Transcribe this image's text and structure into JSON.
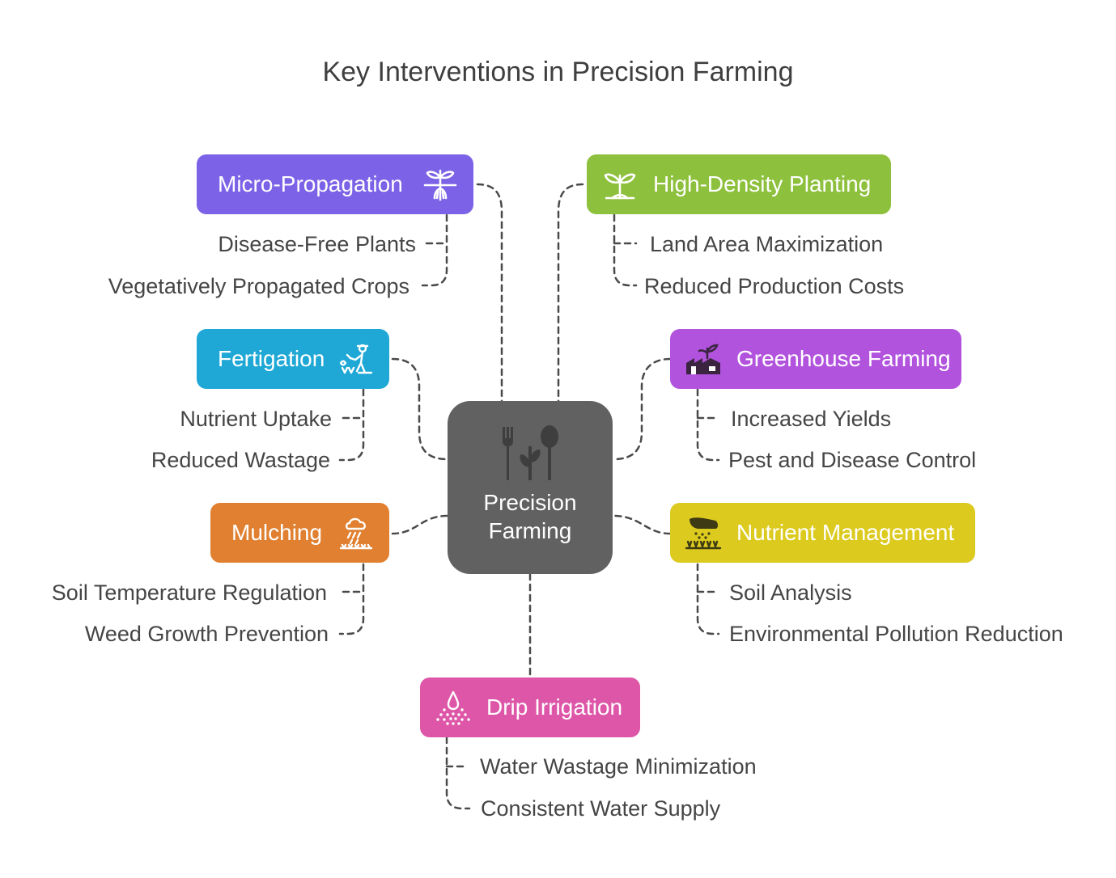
{
  "title": "Key Interventions in Precision Farming",
  "center": {
    "label_line1": "Precision",
    "label_line2": "Farming",
    "icon": "fork-plant-spoon-icon",
    "color": "#616161"
  },
  "nodes": {
    "micro": {
      "label": "Micro-Propagation",
      "color": "#7B62E6",
      "icon": "plant-roots-icon",
      "items": [
        "Disease-Free Plants",
        "Vegetatively Propagated Crops"
      ]
    },
    "hdp": {
      "label": "High-Density Planting",
      "color": "#8DC03C",
      "icon": "sprout-icon",
      "items": [
        "Land Area Maximization",
        "Reduced Production Costs"
      ]
    },
    "fert": {
      "label": "Fertigation",
      "color": "#1FA8D6",
      "icon": "farmer-watering-icon",
      "items": [
        "Nutrient Uptake",
        "Reduced Wastage"
      ]
    },
    "green": {
      "label": "Greenhouse Farming",
      "color": "#B253DE",
      "icon": "greenhouse-plant-icon",
      "items": [
        "Increased Yields",
        "Pest and Disease Control"
      ]
    },
    "mulch": {
      "label": "Mulching",
      "color": "#E08030",
      "icon": "rain-cloud-icon",
      "items": [
        "Soil Temperature Regulation",
        "Weed Growth Prevention"
      ]
    },
    "nutrient": {
      "label": "Nutrient Management",
      "color": "#DCCA1E",
      "icon": "fertilizer-spreader-icon",
      "items": [
        "Soil Analysis",
        "Environmental Pollution Reduction"
      ]
    },
    "drip": {
      "label": "Drip Irrigation",
      "color": "#DE56A8",
      "icon": "water-drop-icon",
      "items": [
        "Water Wastage Minimization",
        "Consistent Water Supply"
      ]
    }
  }
}
